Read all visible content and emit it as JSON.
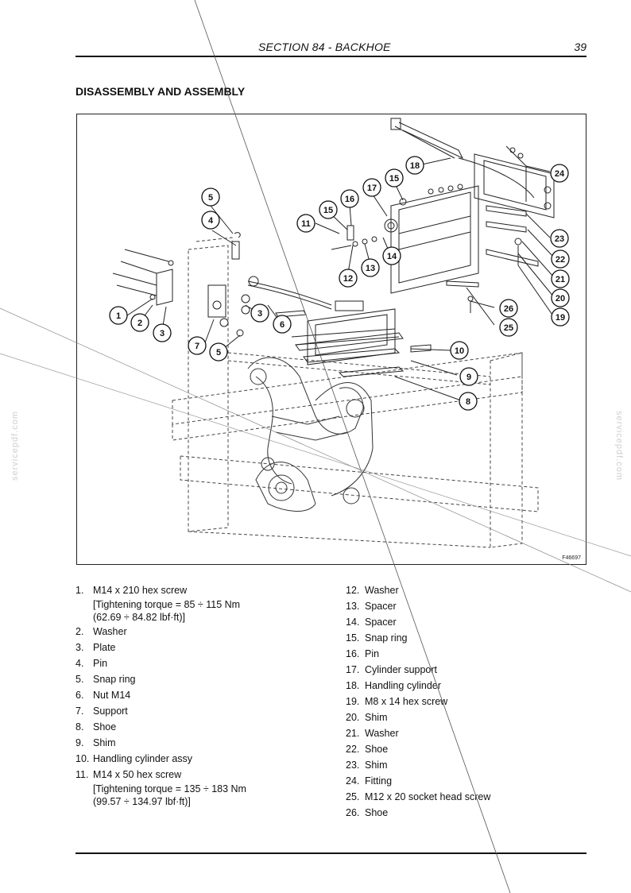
{
  "header": {
    "section": "SECTION 84 - BACKHOE",
    "page_number": "39"
  },
  "heading": "DISASSEMBLY AND ASSEMBLY",
  "figure": {
    "code": "F46697",
    "callouts": [
      "1",
      "2",
      "3",
      "4",
      "5",
      "3",
      "6",
      "7",
      "5",
      "8",
      "9",
      "10",
      "11",
      "12",
      "13",
      "14",
      "15",
      "16",
      "17",
      "15",
      "18",
      "19",
      "20",
      "21",
      "22",
      "23",
      "24",
      "25",
      "26"
    ]
  },
  "parts_left": [
    {
      "num": "1.",
      "name": "M14 x 210 hex screw",
      "details": [
        "[Tightening torque = 85 ÷ 115 Nm",
        "(62.69 ÷ 84.82 lbf·ft)]"
      ]
    },
    {
      "num": "2.",
      "name": "Washer"
    },
    {
      "num": "3.",
      "name": "Plate"
    },
    {
      "num": "4.",
      "name": "Pin"
    },
    {
      "num": "5.",
      "name": "Snap ring"
    },
    {
      "num": "6.",
      "name": "Nut M14"
    },
    {
      "num": "7.",
      "name": "Support"
    },
    {
      "num": "8.",
      "name": "Shoe"
    },
    {
      "num": "9.",
      "name": "Shim"
    },
    {
      "num": "10.",
      "name": "Handling cylinder assy"
    },
    {
      "num": "11.",
      "name": "M14 x 50 hex screw",
      "details": [
        "[Tightening torque = 135 ÷ 183 Nm",
        "(99.57 ÷ 134.97 lbf·ft)]"
      ]
    }
  ],
  "parts_right": [
    {
      "num": "12.",
      "name": "Washer"
    },
    {
      "num": "13.",
      "name": "Spacer"
    },
    {
      "num": "14.",
      "name": "Spacer"
    },
    {
      "num": "15.",
      "name": "Snap ring"
    },
    {
      "num": "16.",
      "name": "Pin"
    },
    {
      "num": "17.",
      "name": "Cylinder support"
    },
    {
      "num": "18.",
      "name": "Handling cylinder"
    },
    {
      "num": "19.",
      "name": "M8 x 14 hex screw"
    },
    {
      "num": "20.",
      "name": "Shim"
    },
    {
      "num": "21.",
      "name": "Washer"
    },
    {
      "num": "22.",
      "name": "Shoe"
    },
    {
      "num": "23.",
      "name": "Shim"
    },
    {
      "num": "24.",
      "name": "Fitting"
    },
    {
      "num": "25.",
      "name": "M12 x 20 socket head screw"
    },
    {
      "num": "26.",
      "name": "Shoe"
    }
  ],
  "watermark": "servicepdf.com"
}
